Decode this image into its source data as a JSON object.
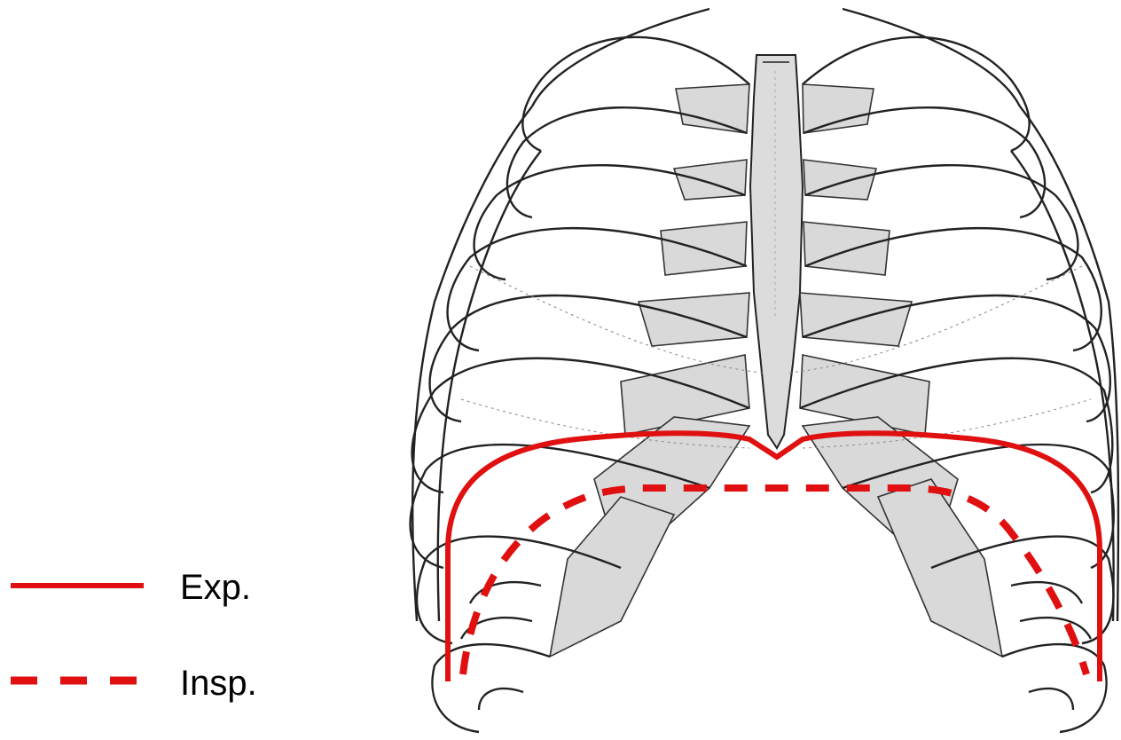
{
  "legend": {
    "items": [
      {
        "id": "expiration",
        "label": "Exp.",
        "line_style": "solid"
      },
      {
        "id": "inspiration",
        "label": "Insp.",
        "line_style": "dashed"
      }
    ]
  },
  "colors": {
    "diaphragm_line": "#e01010",
    "rib_outline": "#222222",
    "cartilage_fill": "#d9d9d9",
    "background": "#ffffff"
  }
}
